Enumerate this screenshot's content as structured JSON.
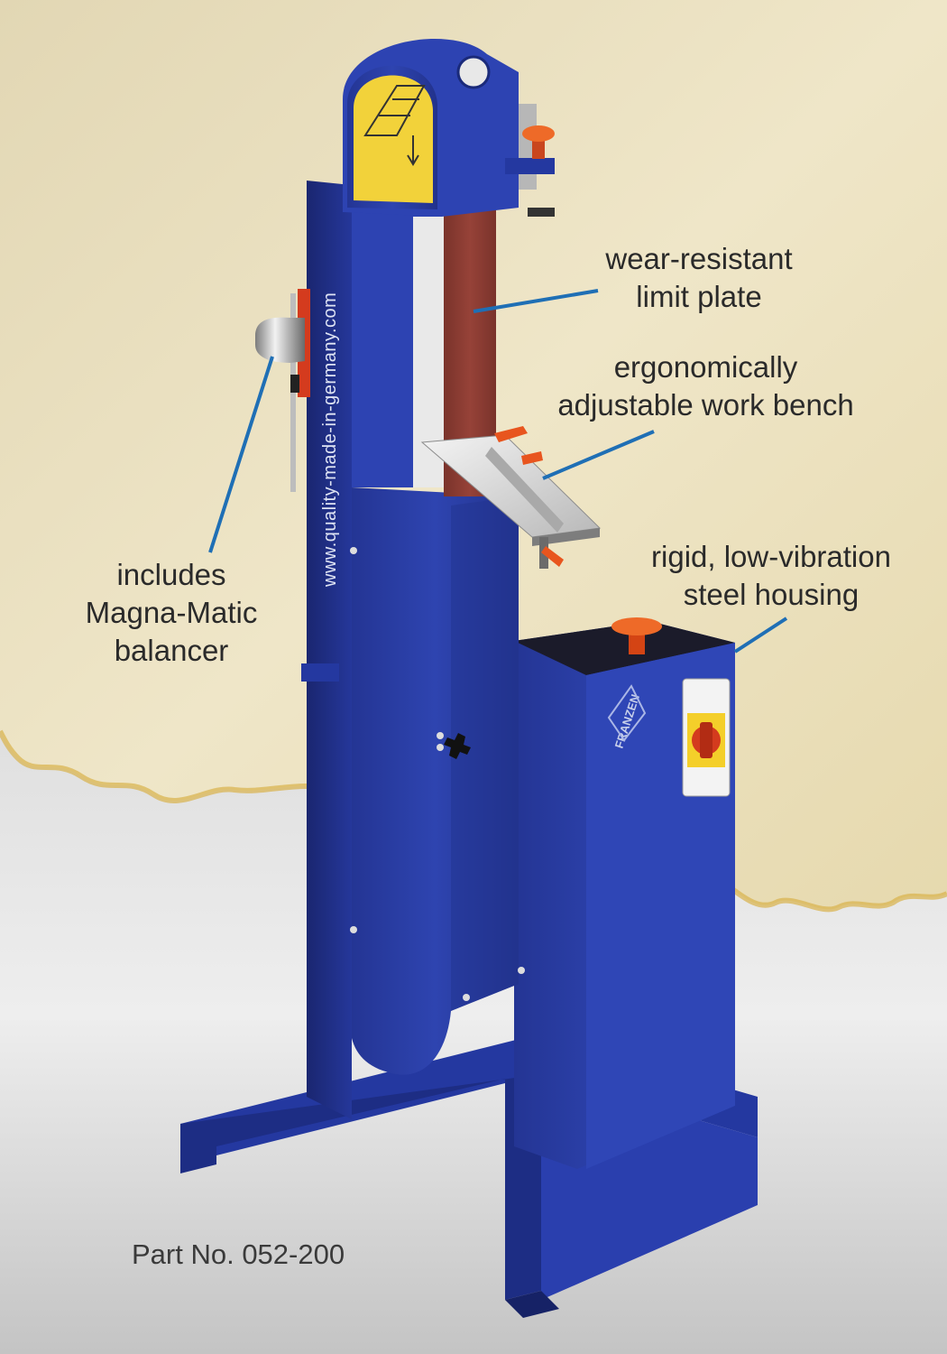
{
  "callouts": {
    "limit_plate": [
      "wear-resistant",
      "limit plate"
    ],
    "work_bench": [
      "ergonomically",
      "adjustable work bench"
    ],
    "balancer": [
      "includes",
      "Magna-Matic",
      "balancer"
    ],
    "housing": [
      "rigid, low-vibration",
      "steel housing"
    ]
  },
  "part_number": "Part No. 052-200",
  "machine": {
    "vertical_url": "www.quality-made-in-germany.com",
    "brand": "FRANZEN"
  },
  "colors": {
    "machine_blue": "#2b3fa8",
    "belt": "#8a3a30",
    "guard_yellow": "#f2d23a",
    "leader_line": "#1f6fb5",
    "knob_orange": "#e8551e"
  }
}
